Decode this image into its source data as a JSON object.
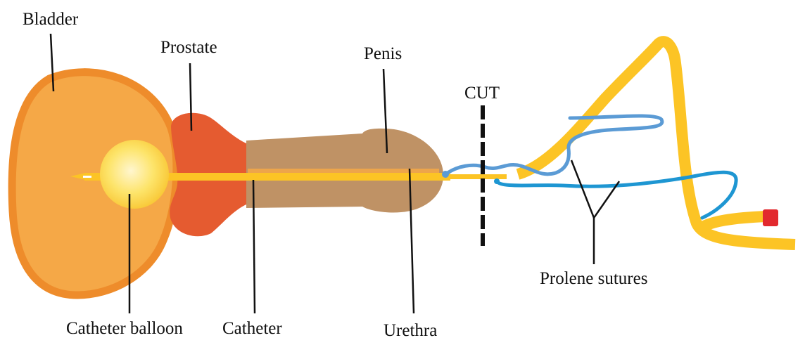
{
  "labels": {
    "bladder": "Bladder",
    "prostate": "Prostate",
    "penis": "Penis",
    "cut": "CUT",
    "catheter_balloon": "Catheter balloon",
    "catheter": "Catheter",
    "urethra": "Urethra",
    "prolene_sutures": "Prolene sutures"
  },
  "colors": {
    "bladder_fill": "#F5A847",
    "bladder_outline": "#EE8C2B",
    "prostate": "#E55B30",
    "penis": "#BF9265",
    "catheter": "#FCC425",
    "balloon": "#FDE15A",
    "suture_light": "#5B9BD5",
    "suture_dark": "#1E96D2",
    "catheter_tip": "#E2292E",
    "leader_line": "#111111"
  }
}
